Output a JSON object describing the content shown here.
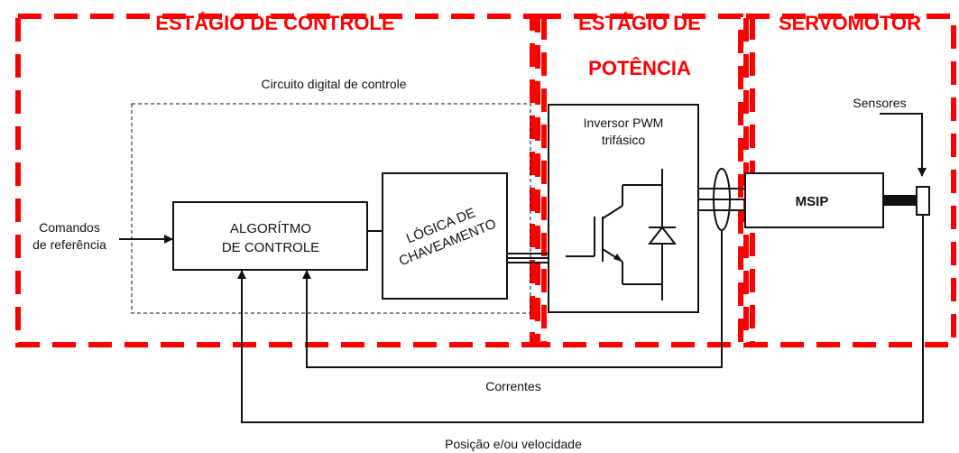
{
  "colors": {
    "stage_border": "#ff0000",
    "line": "#111111"
  },
  "stages": {
    "control": {
      "title": "ESTÁGIO DE CONTROLE"
    },
    "power": {
      "title_line1": "ESTÁGIO DE",
      "title_line2": "POTÊNCIA"
    },
    "servo": {
      "title": "SERVOMOTOR"
    }
  },
  "labels": {
    "digital_circuit": "Circuito digital de controle",
    "reference_commands_line1": "Comandos",
    "reference_commands_line2": "de referência",
    "algorithm_line1": "ALGORÍTMO",
    "algorithm_line2": "DE CONTROLE",
    "switching_logic_line1": "LÓGICA DE",
    "switching_logic_line2": "CHAVEAMENTO",
    "inverter_line1": "Inversor PWM",
    "inverter_line2": "trifásico",
    "motor": "MSIP",
    "sensors": "Sensores",
    "currents": "Correntes",
    "position_speed": "Posição e/ou velocidade"
  }
}
